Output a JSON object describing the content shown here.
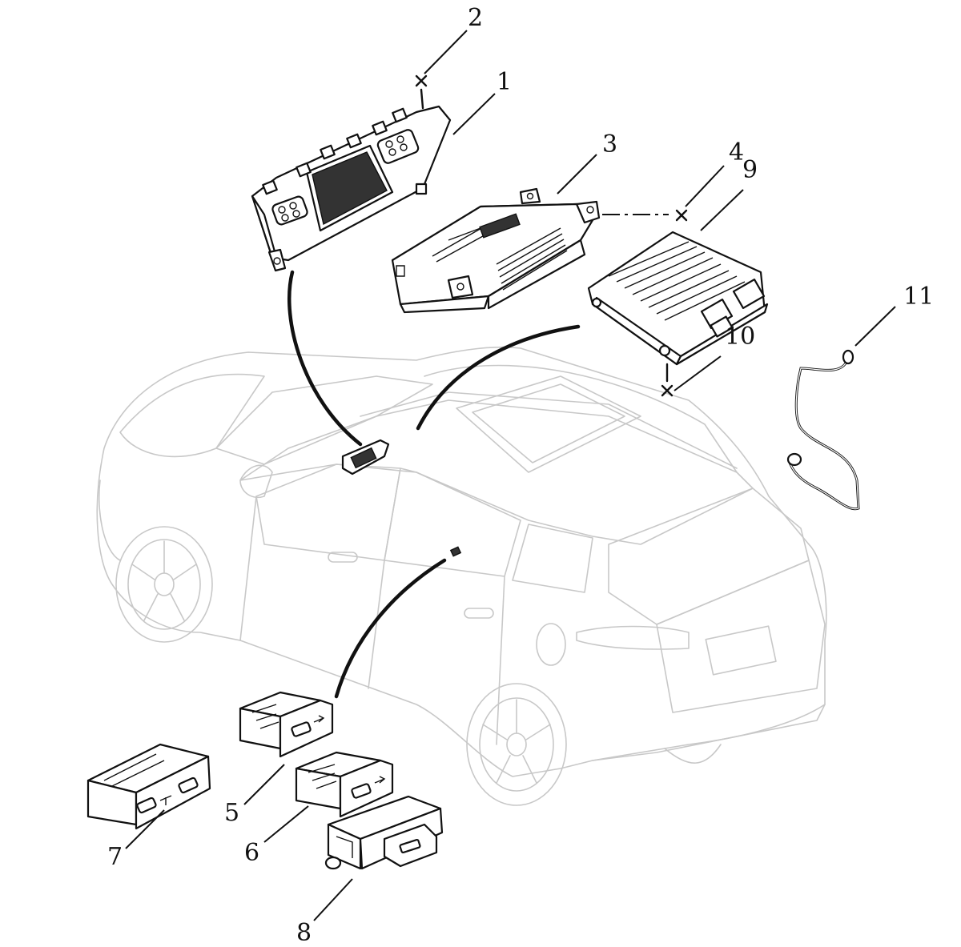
{
  "callouts": [
    {
      "id": "1",
      "label": "1"
    },
    {
      "id": "2",
      "label": "2"
    },
    {
      "id": "3",
      "label": "3"
    },
    {
      "id": "4",
      "label": "4"
    },
    {
      "id": "9",
      "label": "9"
    },
    {
      "id": "10",
      "label": "10"
    },
    {
      "id": "11",
      "label": "11"
    },
    {
      "id": "5",
      "label": "5"
    },
    {
      "id": "6",
      "label": "6"
    },
    {
      "id": "7",
      "label": "7"
    },
    {
      "id": "8",
      "label": "8"
    }
  ],
  "colors": {
    "line": "#111111",
    "vehicle_outline": "#c8c8c8",
    "background": "#ffffff"
  }
}
